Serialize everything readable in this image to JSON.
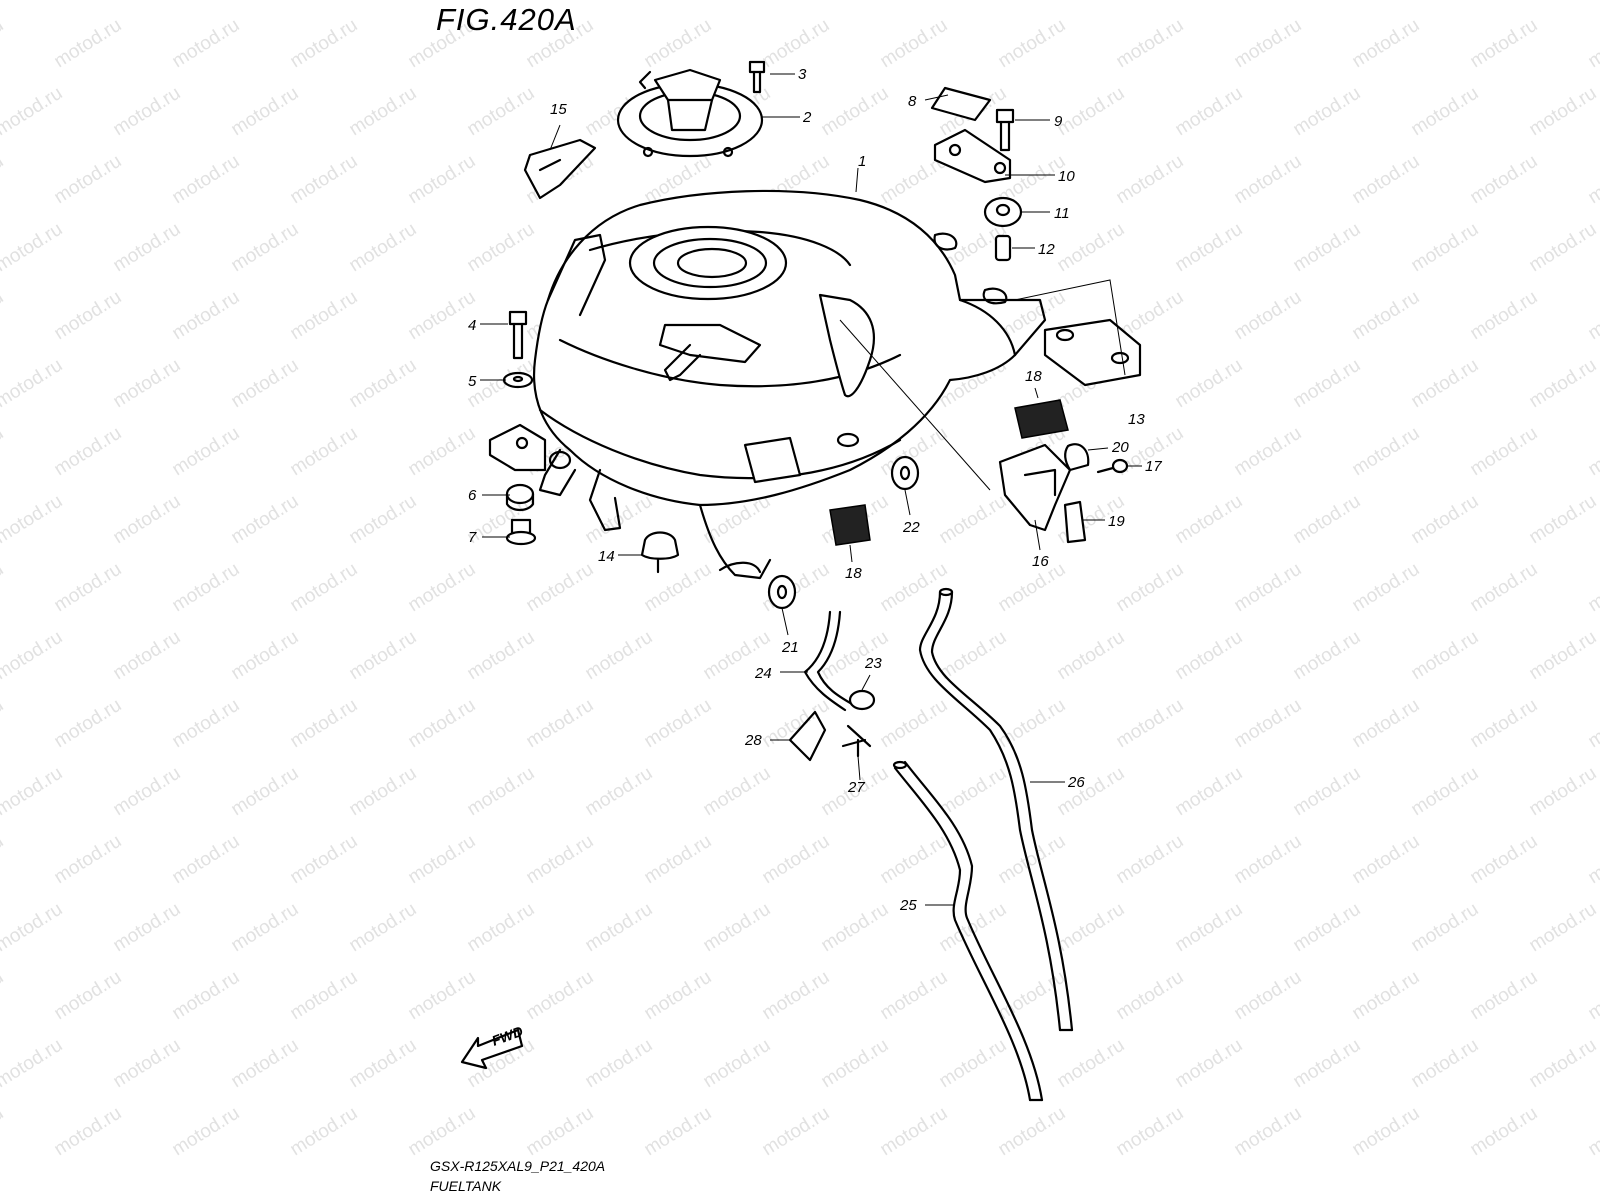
{
  "figure": {
    "title": "FIG.420A",
    "model_code": "GSX-R125XAL9_P21_420A",
    "section_name": "FUELTANK",
    "direction_label": "FWD",
    "watermark": "motod.ru"
  },
  "callouts": [
    {
      "id": "c1",
      "num": "1",
      "part": "fuel tank"
    },
    {
      "id": "c2",
      "num": "2",
      "part": "fuel cap"
    },
    {
      "id": "c3",
      "num": "3",
      "part": "cap bolt"
    },
    {
      "id": "c4",
      "num": "4",
      "part": "bolt"
    },
    {
      "id": "c5",
      "num": "5",
      "part": "washer"
    },
    {
      "id": "c6",
      "num": "6",
      "part": "cushion"
    },
    {
      "id": "c7",
      "num": "7",
      "part": "spacer"
    },
    {
      "id": "c8",
      "num": "8",
      "part": "cushion pad"
    },
    {
      "id": "c9",
      "num": "9",
      "part": "bolt"
    },
    {
      "id": "c10",
      "num": "10",
      "part": "bracket plate"
    },
    {
      "id": "c11",
      "num": "11",
      "part": "grommet"
    },
    {
      "id": "c12",
      "num": "12",
      "part": "collar"
    },
    {
      "id": "c13",
      "num": "13",
      "part": "rear cushion"
    },
    {
      "id": "c14",
      "num": "14",
      "part": "cushion"
    },
    {
      "id": "c15",
      "num": "15",
      "part": "bracket"
    },
    {
      "id": "c16",
      "num": "16",
      "part": "side cover"
    },
    {
      "id": "c17",
      "num": "17",
      "part": "screw"
    },
    {
      "id": "c18a",
      "num": "18",
      "part": "pad"
    },
    {
      "id": "c18b",
      "num": "18",
      "part": "pad"
    },
    {
      "id": "c19",
      "num": "19",
      "part": "pad"
    },
    {
      "id": "c20",
      "num": "20",
      "part": "cushion"
    },
    {
      "id": "c21",
      "num": "21",
      "part": "cushion"
    },
    {
      "id": "c22",
      "num": "22",
      "part": "cushion"
    },
    {
      "id": "c23",
      "num": "23",
      "part": "clamp"
    },
    {
      "id": "c24",
      "num": "24",
      "part": "hose"
    },
    {
      "id": "c25",
      "num": "25",
      "part": "drain hose"
    },
    {
      "id": "c26",
      "num": "26",
      "part": "breather hose"
    },
    {
      "id": "c27",
      "num": "27",
      "part": "joint"
    },
    {
      "id": "c28",
      "num": "28",
      "part": "hose"
    }
  ]
}
